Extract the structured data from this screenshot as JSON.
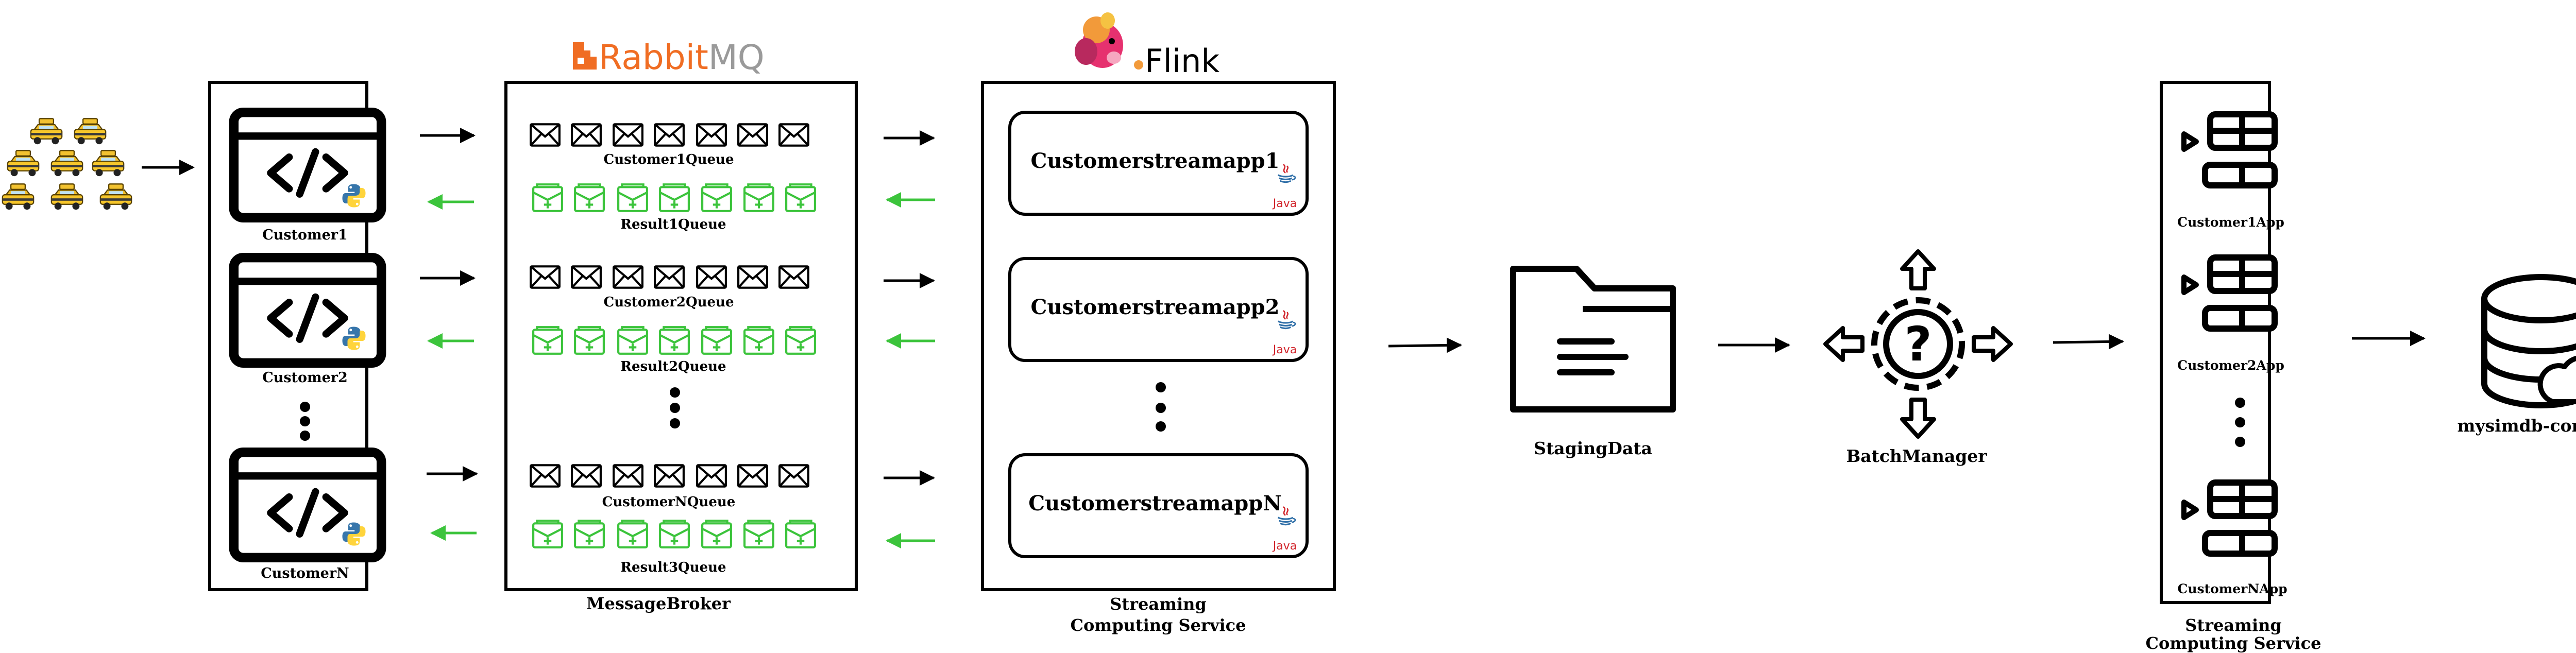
{
  "brands": {
    "rabbitmq_part1": "Rabbit",
    "rabbitmq_part2": "MQ",
    "flink": "Flink",
    "java": "Java"
  },
  "customers": {
    "items": [
      "Customer1",
      "Customer2",
      "CustomerN"
    ]
  },
  "broker": {
    "label": "MessageBroker",
    "queues": [
      "Customer1Queue",
      "Customer2Queue",
      "CustomerNQueue"
    ],
    "results": [
      "Result1Queue",
      "Result2Queue",
      "Result3Queue"
    ]
  },
  "streaming": {
    "apps": [
      "Customerstreamapp1",
      "Customerstreamapp2",
      "CustomerstreamappN"
    ],
    "label_line1": "Streaming",
    "label_line2": "Computing Service"
  },
  "staging": {
    "label": "StagingData"
  },
  "batch": {
    "label": "BatchManager"
  },
  "streaming2": {
    "apps": [
      "Customer1App",
      "Customer2App",
      "CustomerNApp"
    ],
    "label_line1": "Streaming",
    "label_line2": "Computing Service"
  },
  "database": {
    "label": "mysimdb-coredms"
  },
  "colors": {
    "accent_green": "#3cc43c",
    "rabbit_orange": "#f06d23",
    "java_red": "#d1232a",
    "java_blue": "#2f6fa8"
  },
  "icons": [
    "taxi-icon",
    "code-window-icon",
    "python-icon",
    "envelope-icon",
    "result-mail-icon",
    "java-icon",
    "folder-icon",
    "gear-question-icon",
    "app-grid-icon",
    "database-cloud-icon"
  ]
}
